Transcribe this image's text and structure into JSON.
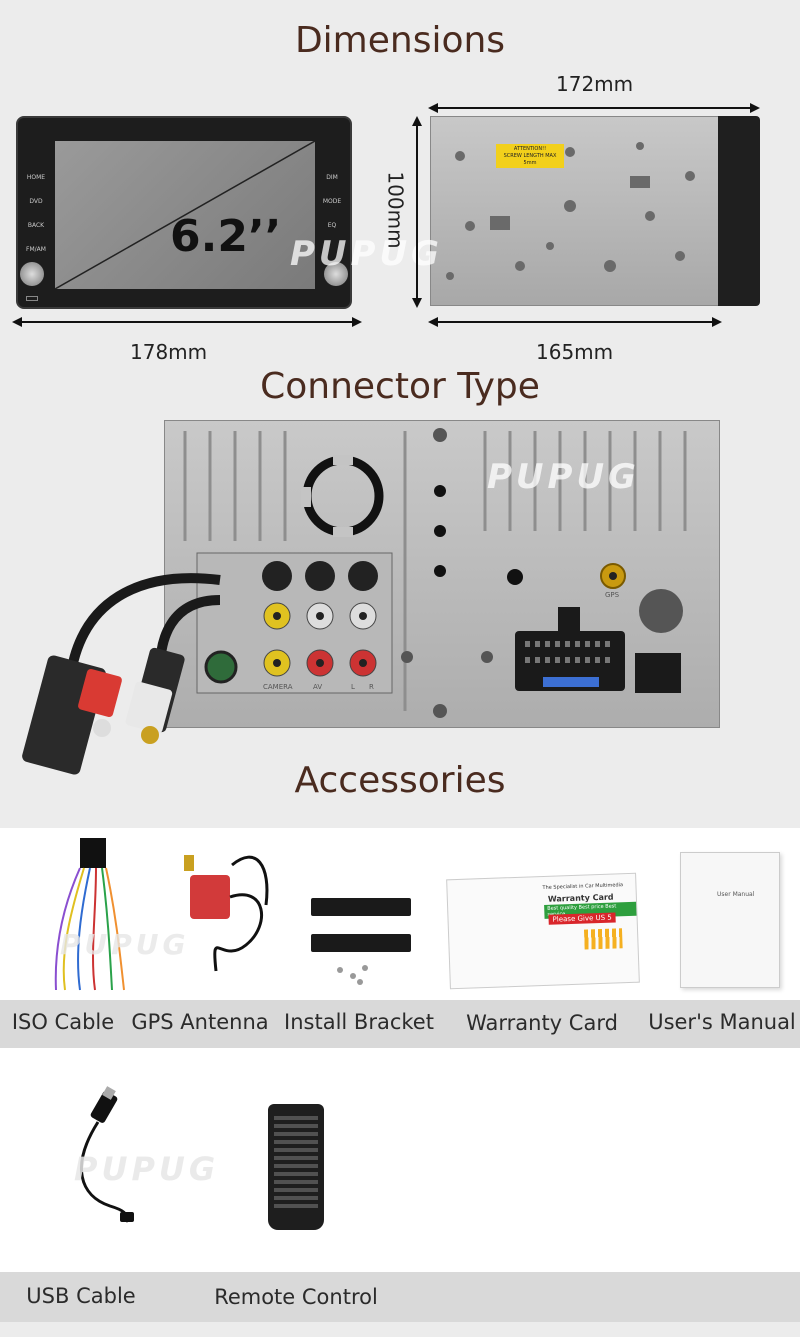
{
  "sections": {
    "dimensions_title": "Dimensions",
    "connector_title": "Connector Type",
    "accessories_title": "Accessories"
  },
  "dimensions": {
    "screen_size": "6.2’’",
    "front_width": "178mm",
    "side_width": "172mm",
    "side_depth": "165mm",
    "height": "100mm"
  },
  "front_buttons": {
    "left": [
      "HOME",
      "DVD",
      "BACK",
      "FM/AM"
    ],
    "right": [
      "DIM",
      "MODE",
      "EQ"
    ]
  },
  "side_sticker": {
    "line1": "ATTENTION!!",
    "line2": "SCREW LENGTH MAX",
    "line3": "5mm"
  },
  "watermark": "PUPUG",
  "connector_labels": {
    "camera": "CAMERA",
    "rca_a": "AV",
    "rca_b": "L",
    "rca_c": "R",
    "gps": "GPS"
  },
  "accessories_row1": [
    {
      "label": "ISO Cable"
    },
    {
      "label": "GPS Antenna"
    },
    {
      "label": "Install Bracket"
    },
    {
      "label": "Warranty Card"
    },
    {
      "label": "User's Manual"
    }
  ],
  "accessories_row2": [
    {
      "label": "USB Cable"
    },
    {
      "label": "Remote Control"
    }
  ],
  "warranty_card": {
    "title": "Warranty Card",
    "subtitle": "The Specialist in Car Multimedia",
    "banner": "Please Give US 5",
    "quality": "Best quality Best price Best service"
  },
  "manual": {
    "title": "User Manual"
  },
  "colors": {
    "heading": "#4a2b1f",
    "background": "#ececec",
    "band": "#d9d9d9"
  }
}
